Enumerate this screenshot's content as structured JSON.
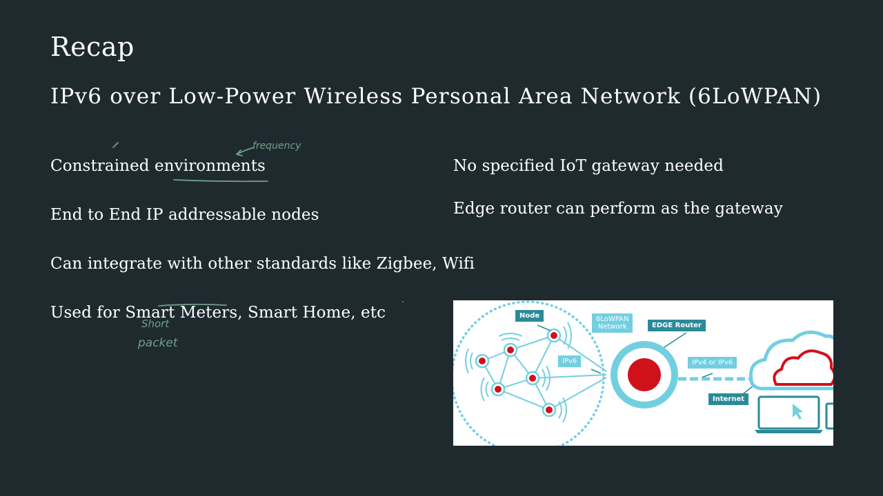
{
  "slide": {
    "title": "Recap",
    "subtitle": "IPv6 over Low-Power Wireless Personal Area Network (6LoWPAN)",
    "left_bullets": [
      "Constrained environments",
      "End to End IP addressable nodes",
      "Can integrate with other standards  like Zigbee, Wifi",
      "Used for Smart Meters, Smart Home, etc"
    ],
    "right_bullets": [
      "No specified IoT gateway needed",
      "Edge router can perform as the gateway"
    ]
  },
  "annotations": {
    "frequency": "frequency",
    "short": "Short",
    "packet": "packet"
  },
  "figure": {
    "node_label": "Node",
    "network_label_line1": "6LoWPAN",
    "network_label_line2": "Network",
    "edge_router_label": "EDGE Router",
    "ipv6_label": "IPv6",
    "ipv4_or_ipv6_label": "IPv4 or IPv6",
    "internet_label": "Internet"
  },
  "colors": {
    "background": "#1f2a2f",
    "annotation_ink": "#6fa08a",
    "figure_teal": "#2b8a99",
    "figure_light_blue": "#72cfe0",
    "figure_red": "#d0111b"
  }
}
